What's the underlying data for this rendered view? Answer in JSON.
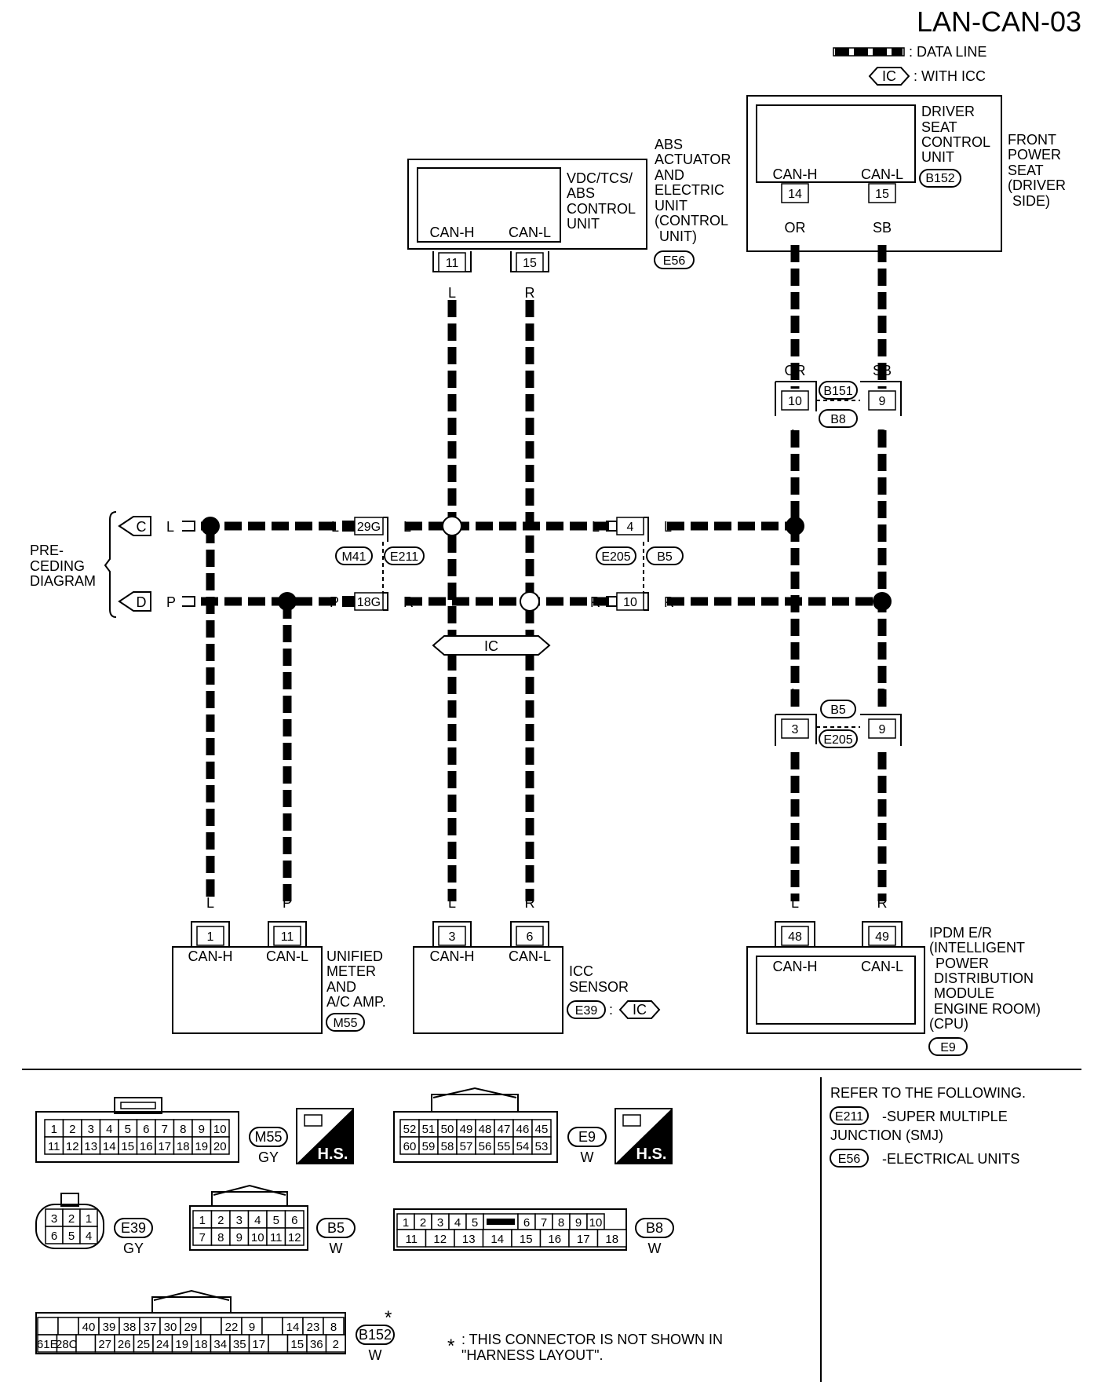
{
  "title": "LAN-CAN-03",
  "legend": {
    "data_line": ": DATA LINE",
    "with_icc": ": WITH ICC",
    "ic": "IC"
  },
  "units": {
    "vdc": {
      "name": [
        "VDC/TCS/",
        "ABS",
        "CONTROL",
        "UNIT"
      ],
      "outer": [
        "ABS",
        "ACTUATOR",
        "AND",
        "ELECTRIC",
        "UNIT",
        "(CONTROL",
        "UNIT)"
      ],
      "conn": "E56",
      "pin_h": "11",
      "pin_l": "15",
      "wire_h": "L",
      "wire_l": "R"
    },
    "seat": {
      "name": [
        "DRIVER",
        "SEAT",
        "CONTROL",
        "UNIT"
      ],
      "conn": "B152",
      "outer": [
        "FRONT",
        "POWER",
        "SEAT",
        "(DRIVER",
        "SIDE)"
      ],
      "pin_h": "14",
      "pin_l": "15",
      "wire_h": "OR",
      "wire_l": "SB"
    },
    "meter": {
      "name": [
        "UNIFIED",
        "METER",
        "AND",
        "A/C AMP."
      ],
      "conn": "M55",
      "pin_h": "1",
      "pin_l": "11",
      "wire_h": "L",
      "wire_l": "P"
    },
    "icc": {
      "name": [
        "ICC",
        "SENSOR"
      ],
      "conn": "E39",
      "pin_h": "3",
      "pin_l": "6",
      "wire_h": "L",
      "wire_l": "R"
    },
    "ipdm": {
      "name": [
        "IPDM E/R",
        "(INTELLIGENT",
        "POWER",
        "DISTRIBUTION",
        "MODULE",
        "ENGINE ROOM)",
        "(CPU)"
      ],
      "conn": "E9",
      "pin_h": "48",
      "pin_l": "49",
      "wire_h": "L",
      "wire_l": "R"
    }
  },
  "can_h": "CAN-H",
  "can_l": "CAN-L",
  "joints": {
    "b151": {
      "c1": "B151",
      "c2": "B8",
      "pin_a": "10",
      "pin_b": "9",
      "wa_top": "OR",
      "wb_top": "SB",
      "wa_bot": "L",
      "wb_bot": "R"
    },
    "b5": {
      "c1": "B5",
      "c2": "E205",
      "pin_a": "3",
      "pin_b": "9",
      "wa_top": "L",
      "wb_top": "R",
      "wa_bot": "L",
      "wb_bot": "R"
    },
    "m41": {
      "c1": "M41",
      "c2": "E211",
      "pin_c": "29G",
      "pin_d": "18G"
    },
    "e205": {
      "c1": "E205",
      "c2": "B5",
      "pin_c": "4",
      "pin_d": "10"
    }
  },
  "bus": {
    "c_label": "C",
    "d_label": "D",
    "l": "L",
    "p": "P",
    "r": "R",
    "preceding": [
      "PRE-",
      "CEDING",
      "DIAGRAM"
    ]
  },
  "connectors": {
    "m55": {
      "id": "M55",
      "color": "GY",
      "top": [
        "1",
        "2",
        "3",
        "4",
        "5",
        "6",
        "7",
        "8",
        "9",
        "10"
      ],
      "bot": [
        "11",
        "12",
        "13",
        "14",
        "15",
        "16",
        "17",
        "18",
        "19",
        "20"
      ]
    },
    "e9": {
      "id": "E9",
      "color": "W",
      "top": [
        "52",
        "51",
        "50",
        "49",
        "48",
        "47",
        "46",
        "45"
      ],
      "bot": [
        "60",
        "59",
        "58",
        "57",
        "56",
        "55",
        "54",
        "53"
      ]
    },
    "e39": {
      "id": "E39",
      "color": "GY",
      "top": [
        "3",
        "2",
        "1"
      ],
      "bot": [
        "6",
        "5",
        "4"
      ]
    },
    "b5": {
      "id": "B5",
      "color": "W",
      "top": [
        "1",
        "2",
        "3",
        "4",
        "5",
        "6"
      ],
      "bot": [
        "7",
        "8",
        "9",
        "10",
        "11",
        "12"
      ]
    },
    "b8": {
      "id": "B8",
      "color": "W",
      "top": [
        "1",
        "2",
        "3",
        "4",
        "5",
        "",
        "6",
        "7",
        "8",
        "9",
        "10"
      ],
      "bot": [
        "11",
        "12",
        "13",
        "14",
        "15",
        "16",
        "17",
        "18"
      ]
    },
    "b152": {
      "id": "B152",
      "color": "W",
      "star": "*",
      "top": [
        "",
        "",
        "40",
        "39",
        "38",
        "37",
        "30",
        "29",
        "",
        "22",
        "9",
        "",
        "14",
        "23",
        "8"
      ],
      "bot": [
        "61E",
        "28C",
        "",
        "27",
        "26",
        "25",
        "24",
        "19",
        "18",
        "34",
        "35",
        "17",
        "",
        "15",
        "36",
        "2"
      ]
    },
    "hs": "H.S."
  },
  "notes": {
    "refer": "REFER TO THE FOLLOWING.",
    "e211": "E211",
    "e211_text": "-SUPER MULTIPLE",
    "e211_text2": "JUNCTION (SMJ)",
    "e56": "E56",
    "e56_text": "-ELECTRICAL UNITS",
    "footnote_star": "*",
    "footnote": ": THIS CONNECTOR IS NOT SHOWN IN",
    "footnote2": "\"HARNESS LAYOUT\"."
  }
}
